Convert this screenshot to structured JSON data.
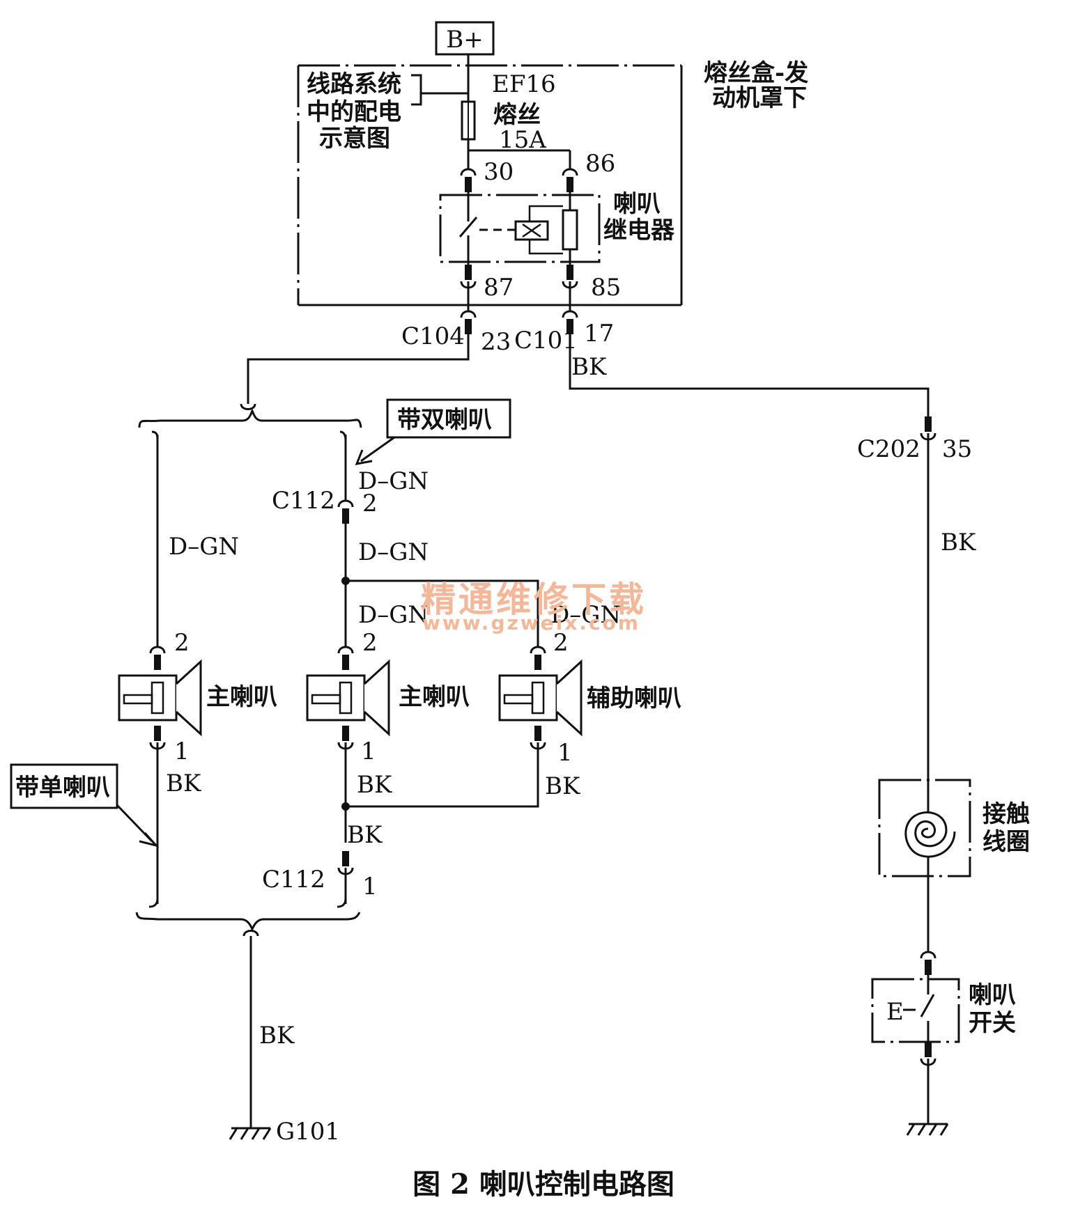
{
  "power": {
    "label": "B+"
  },
  "fuse_box": {
    "label_line1": "熔丝盒-发",
    "label_line2": "动机罩下"
  },
  "power_dist_note": {
    "line1": "线路系统",
    "line2": "中的配电",
    "line3": "示意图"
  },
  "fuse": {
    "id": "EF16",
    "name": "熔丝",
    "rating": "15A"
  },
  "relay": {
    "name_line1": "喇叭",
    "name_line2": "继电器",
    "pin_30": "30",
    "pin_86": "86",
    "pin_87": "87",
    "pin_85": "85"
  },
  "connectors": {
    "c104": "C104",
    "c104_pin": "23",
    "c101": "C101",
    "c101_pin": "17",
    "c202": "C202",
    "c202_pin": "35",
    "c112_top": "C112",
    "c112_top_pin": "2",
    "c112_bottom": "C112",
    "c112_bottom_pin": "1"
  },
  "wires": {
    "bk_c101": "BK",
    "bk_c202": "BK",
    "dgn_single": "D–GN",
    "dgn_dual_top": "D–GN",
    "dgn_dual_mid": "D–GN",
    "dgn_dual_main": "D–GN",
    "dgn_aux": "D–GN",
    "bk_single": "BK",
    "bk_dual_main": "BK",
    "bk_aux": "BK",
    "bk_junction": "BK",
    "bk_ground": "BK"
  },
  "variants": {
    "dual_horn": "带双喇叭",
    "single_horn": "带单喇叭"
  },
  "horns": {
    "single_main": {
      "name": "主喇叭",
      "pin_top": "2",
      "pin_bottom": "1"
    },
    "dual_main": {
      "name": "主喇叭",
      "pin_top": "2",
      "pin_bottom": "1"
    },
    "aux": {
      "name": "辅助喇叭",
      "pin_top": "2",
      "pin_bottom": "1"
    }
  },
  "clock_spring": {
    "line1": "接触",
    "line2": "线圈"
  },
  "horn_switch": {
    "line1": "喇叭",
    "line2": "开关",
    "symbol": "E"
  },
  "ground": {
    "label": "G101"
  },
  "watermark": {
    "line1": "精通维修下载",
    "line2": "www.gzweix.com"
  },
  "caption": "图 2   喇叭控制电路图"
}
